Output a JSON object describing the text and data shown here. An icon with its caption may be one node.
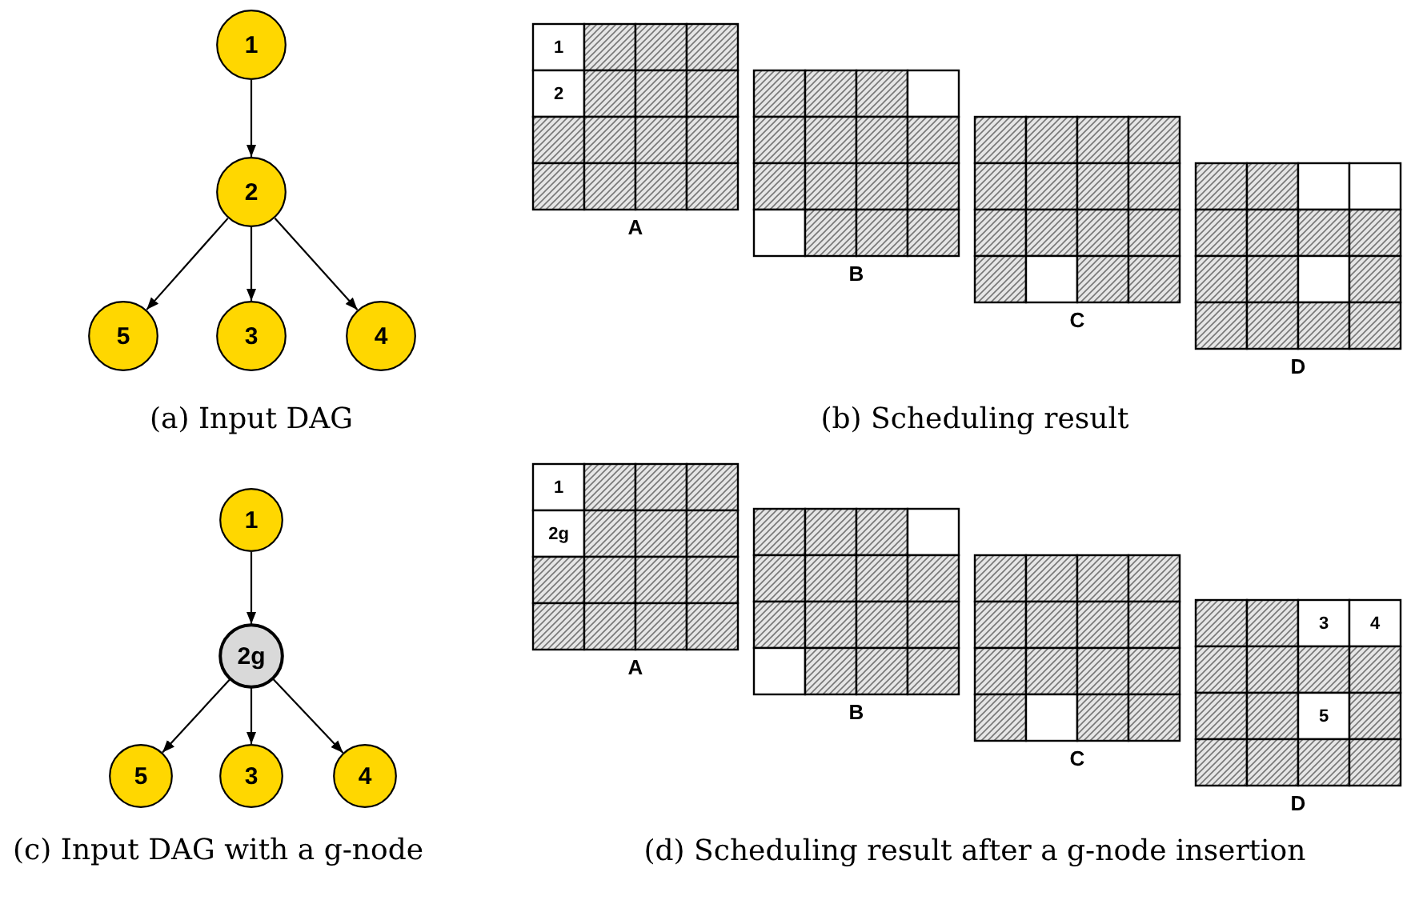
{
  "diagram": {
    "nodes": [
      {
        "text": [
          "1"
        ]
      },
      {
        "text": [
          "2"
        ]
      },
      {
        "text": [
          "5"
        ]
      },
      {
        "text": [
          "3"
        ]
      },
      {
        "text": [
          "4"
        ]
      },
      {
        "text": [
          "1"
        ]
      },
      {
        "text": [
          "2g"
        ]
      },
      {
        "text": [
          "5"
        ]
      },
      {
        "text": [
          "3"
        ]
      },
      {
        "text": [
          "4"
        ]
      }
    ],
    "edges": [
      {
        "from": 0,
        "to": 1,
        "arrow": "to"
      },
      {
        "from": 1,
        "to": 2,
        "arrow": "to"
      },
      {
        "from": 1,
        "to": 3,
        "arrow": "to"
      },
      {
        "from": 1,
        "to": 4,
        "arrow": "to"
      },
      {
        "from": 5,
        "to": 6,
        "arrow": "to"
      },
      {
        "from": 6,
        "to": 7,
        "arrow": "to"
      },
      {
        "from": 6,
        "to": 8,
        "arrow": "to"
      },
      {
        "from": 6,
        "to": 9,
        "arrow": "to"
      }
    ],
    "labels": [
      "1",
      "2",
      "A",
      "B",
      "C",
      "D",
      "(a) Input DAG",
      "(b) Scheduling result",
      "1",
      "2g",
      "A",
      "B",
      "C",
      "D",
      "3",
      "4",
      "5",
      "(c) Input DAG with a g-node",
      "(d) Scheduling result after a g-node insertion"
    ]
  }
}
